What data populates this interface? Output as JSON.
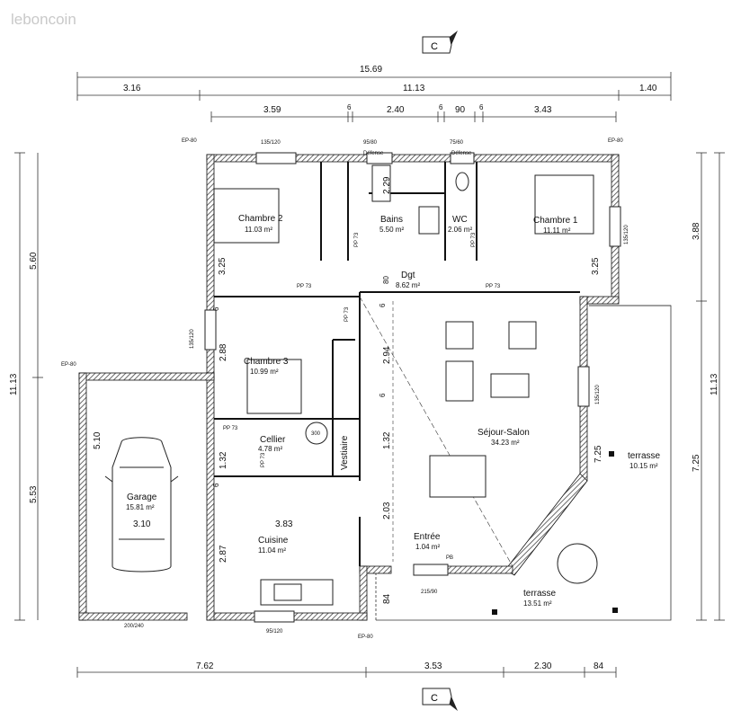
{
  "watermark": "leboncoin",
  "compass": {
    "letter": "C"
  },
  "rooms": [
    {
      "name": "Chambre 2",
      "area": "11.03 m²"
    },
    {
      "name": "Bains",
      "area": "5.50 m²"
    },
    {
      "name": "WC",
      "area": "2.06 m²"
    },
    {
      "name": "Chambre 1",
      "area": "11.11 m²"
    },
    {
      "name": "Dgt",
      "area": "8.62 m²"
    },
    {
      "name": "Chambre 3",
      "area": "10.99 m²"
    },
    {
      "name": "Cellier",
      "area": "4.78 m²"
    },
    {
      "name": "Vestiaire",
      "area": ""
    },
    {
      "name": "Séjour-Salon",
      "area": "34.23 m²"
    },
    {
      "name": "Garage",
      "area": "15.81 m²"
    },
    {
      "name": "Cuisine",
      "area": "11.04 m²"
    },
    {
      "name": "Entrée",
      "area": "1.04 m²"
    },
    {
      "name": "terrasse",
      "area": "10.15 m²"
    },
    {
      "name": "terrasse",
      "area": "13.51 m²"
    }
  ],
  "dims_top": [
    "15.69",
    "3.16",
    "11.13",
    "1.40"
  ],
  "dims_top2": [
    "3.59",
    "6",
    "2.40",
    "6",
    "90",
    "6",
    "3.43"
  ],
  "dims_left": [
    "5.60",
    "11.13",
    "5.53"
  ],
  "dims_right": [
    "3.88",
    "11.13",
    "7.25"
  ],
  "dims_bottom": [
    "7.62",
    "3.53",
    "2.30",
    "84"
  ],
  "dims_interior": [
    "3.25",
    "2.29",
    "3.25",
    "80",
    "6",
    "2.88",
    "2.94",
    "6",
    "1.32",
    "1.32",
    "6",
    "5.10",
    "3.10",
    "3.83",
    "2.03",
    "2.87",
    "7.25",
    "84",
    "6"
  ],
  "openings": [
    "135/120",
    "95/80",
    "75/60",
    "135/120",
    "135/120",
    "135/120",
    "215/90",
    "200/240",
    "95/120"
  ],
  "small_labels": [
    "EP-80",
    "EP-80",
    "EP-80",
    "EP-80",
    "Défense",
    "Défense",
    "PP 73",
    "PP 73",
    "PP 73",
    "PP 73",
    "PP 73",
    "PP 73",
    "PP 73",
    "PB",
    "300"
  ]
}
